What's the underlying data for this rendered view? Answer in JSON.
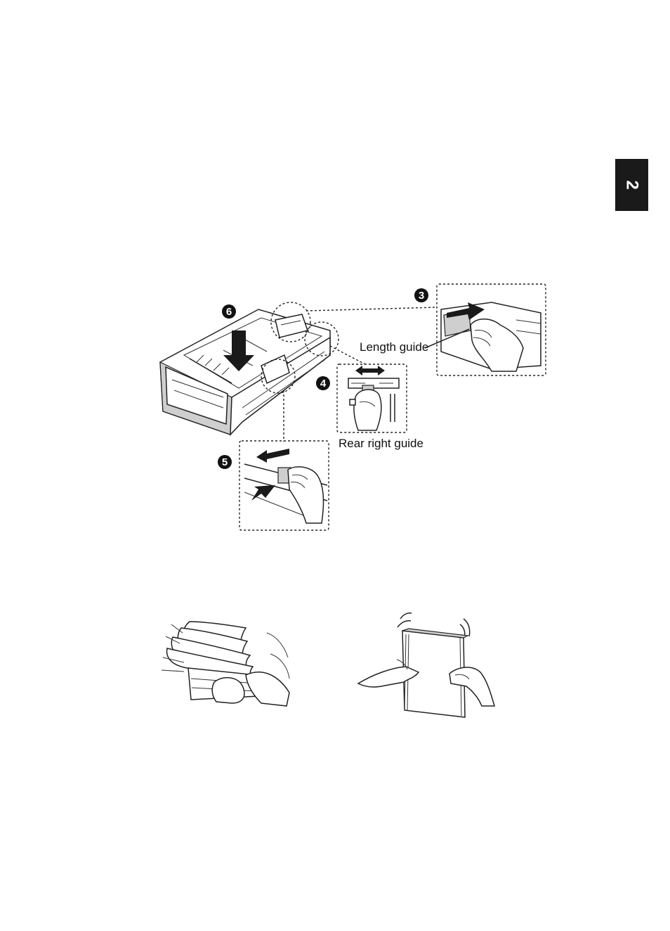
{
  "chapter_tab": {
    "number": "2"
  },
  "figure_tray": {
    "steps": {
      "s3": "3",
      "s4": "4",
      "s5": "5",
      "s6": "6"
    },
    "labels": {
      "length_guide": "Length guide",
      "rear_right_guide": "Rear right guide"
    }
  },
  "figure_paper": {
    "left": "fanning paper stack",
    "right": "aligning paper stack edges"
  }
}
